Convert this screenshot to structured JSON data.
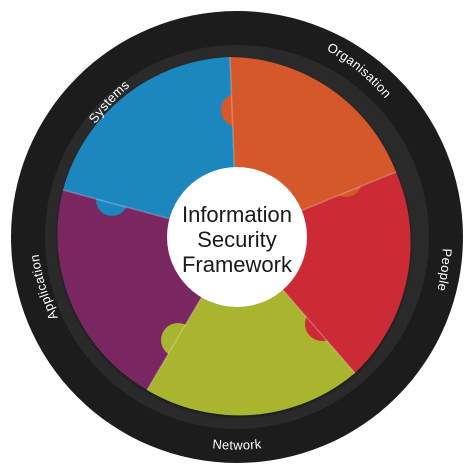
{
  "diagram": {
    "center": {
      "lines": [
        "Information",
        "Security",
        "Framework"
      ]
    },
    "ring_labels": {
      "organisation": "Organisation",
      "people": "People",
      "network": "Network",
      "application": "Application",
      "systems": "Systems"
    },
    "segments": [
      {
        "name": "organisation",
        "color": "#d4582a"
      },
      {
        "name": "people",
        "color": "#cc2b35"
      },
      {
        "name": "network",
        "color": "#a9b52e"
      },
      {
        "name": "application",
        "color": "#7a2560"
      },
      {
        "name": "systems",
        "color": "#1f86be"
      }
    ],
    "colors": {
      "ring": "#1c1c1c",
      "center": "#ffffff",
      "label_text": "#ffffff"
    }
  }
}
